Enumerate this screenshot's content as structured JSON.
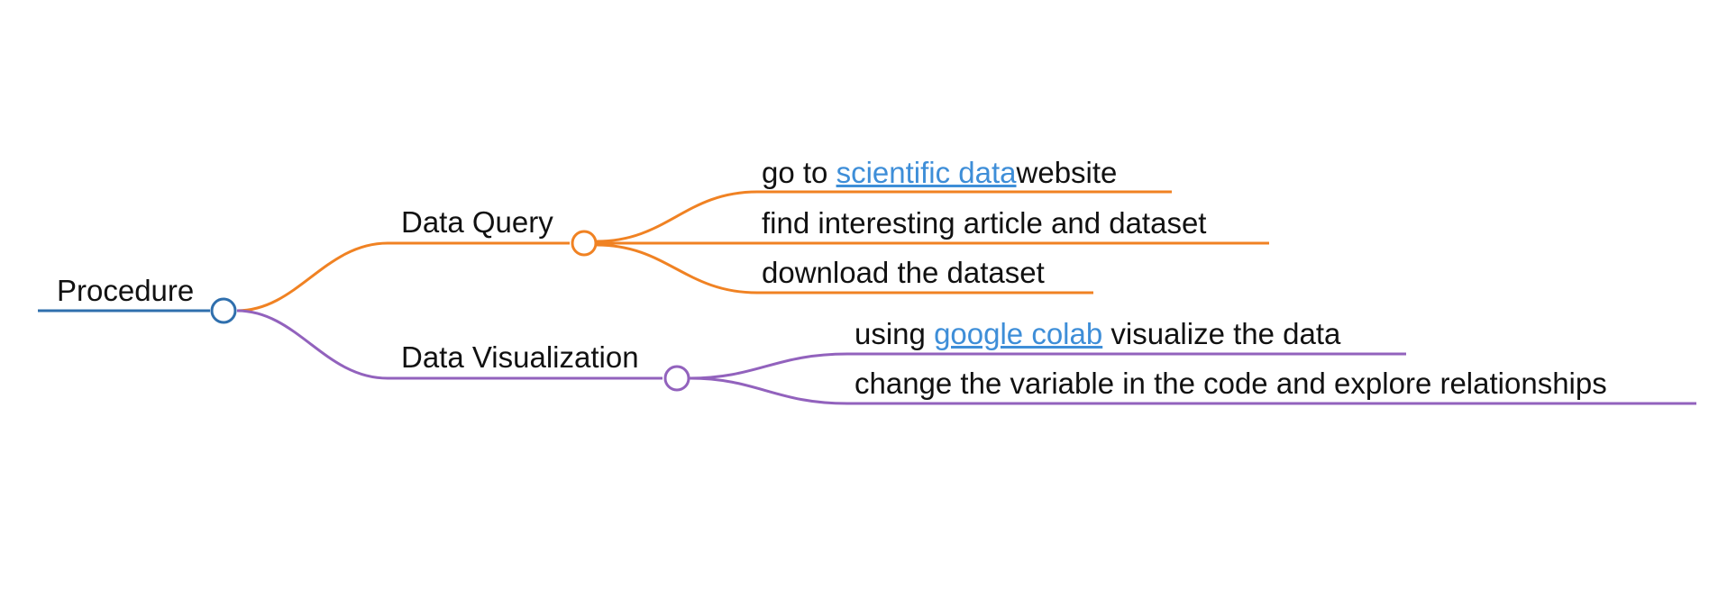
{
  "colors": {
    "root": "#2f6fad",
    "query": "#f08223",
    "visualization": "#9262bd",
    "link": "#3e8ed8",
    "text": "#111111"
  },
  "root": {
    "label": "Procedure"
  },
  "branches": [
    {
      "label": "Data Query",
      "children": [
        {
          "before": "go to ",
          "link": "scientific data",
          "after": "website"
        },
        {
          "text": "find interesting article and dataset"
        },
        {
          "text": "download the dataset"
        }
      ]
    },
    {
      "label": "Data Visualization",
      "children": [
        {
          "before": "using ",
          "link": "google colab",
          "after": " visualize the data"
        },
        {
          "text": "change the variable in the code and explore relationships"
        }
      ]
    }
  ]
}
